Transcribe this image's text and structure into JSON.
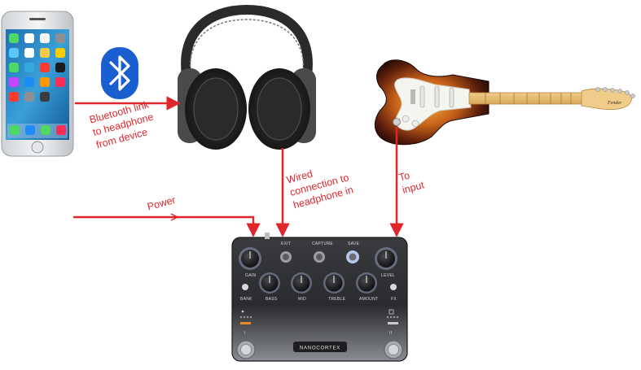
{
  "labels": {
    "bluetooth_link": "Bluetooth link\nto headphone\nfrom device",
    "wired_connection": "Wired\nconnection to\nheadphone in",
    "to_input": "To\ninput",
    "power": "Power"
  },
  "pedal": {
    "brand": "NANOCORTEX",
    "top_labels": [
      "EXIT",
      "CAPTURE",
      "SAVE"
    ],
    "knob_labels": [
      "GAIN",
      "BASS",
      "MID",
      "TREBLE",
      "AMOUNT",
      "LEVEL"
    ],
    "small_labels": [
      "BANK",
      "FX"
    ],
    "footswitch_labels": [
      "I",
      "II"
    ]
  },
  "guitar_brand": "Fender",
  "colors": {
    "arrow": "#e0262d",
    "bluetooth_blue": "#1a5fd0",
    "pedal_dark": "#2b2b2e",
    "sunburst": "#7a2d10"
  }
}
